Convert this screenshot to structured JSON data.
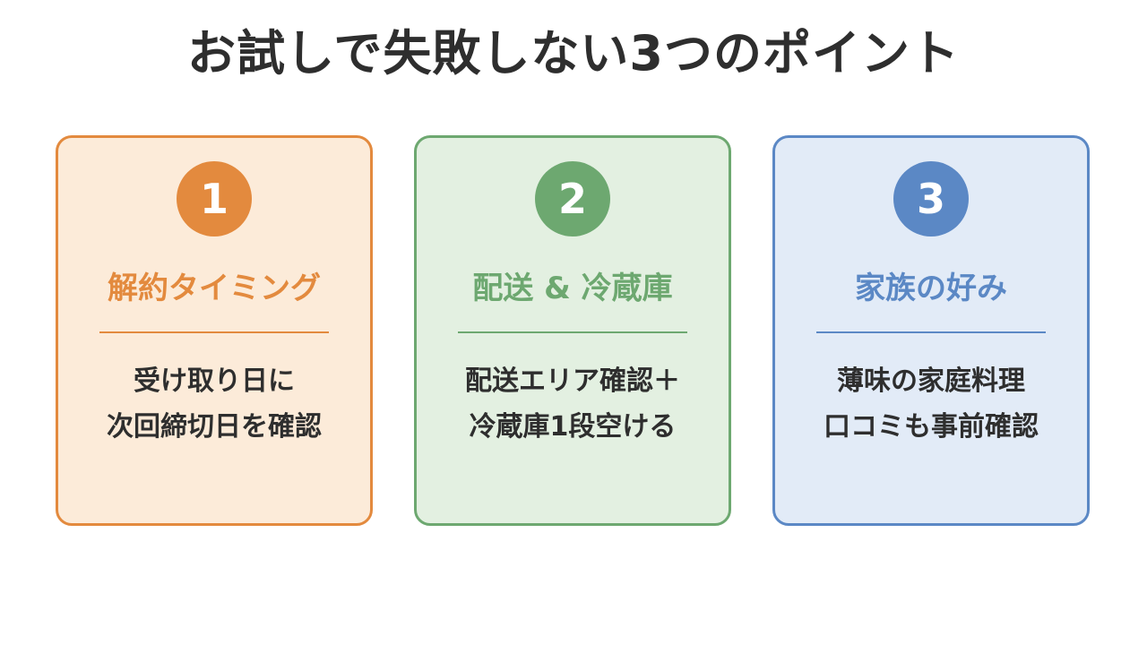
{
  "title": "お試しで失敗しない3つのポイント",
  "cards": [
    {
      "number": "1",
      "heading": "解約タイミング",
      "lines": [
        "受け取り日に",
        "次回締切日を確認"
      ],
      "colors": {
        "accent": "#E38A3E",
        "bg": "#FCEBD9",
        "border": "#E38A3E"
      }
    },
    {
      "number": "2",
      "heading": "配送 & 冷蔵庫",
      "lines": [
        "配送エリア確認＋",
        "冷蔵庫1段空ける"
      ],
      "colors": {
        "accent": "#6DA870",
        "bg": "#E3F0E1",
        "border": "#6DA870"
      }
    },
    {
      "number": "3",
      "heading": "家族の好み",
      "lines": [
        "薄味の家庭料理",
        "口コミも事前確認"
      ],
      "colors": {
        "accent": "#5B88C5",
        "bg": "#E2EBF7",
        "border": "#5B88C5"
      }
    }
  ]
}
